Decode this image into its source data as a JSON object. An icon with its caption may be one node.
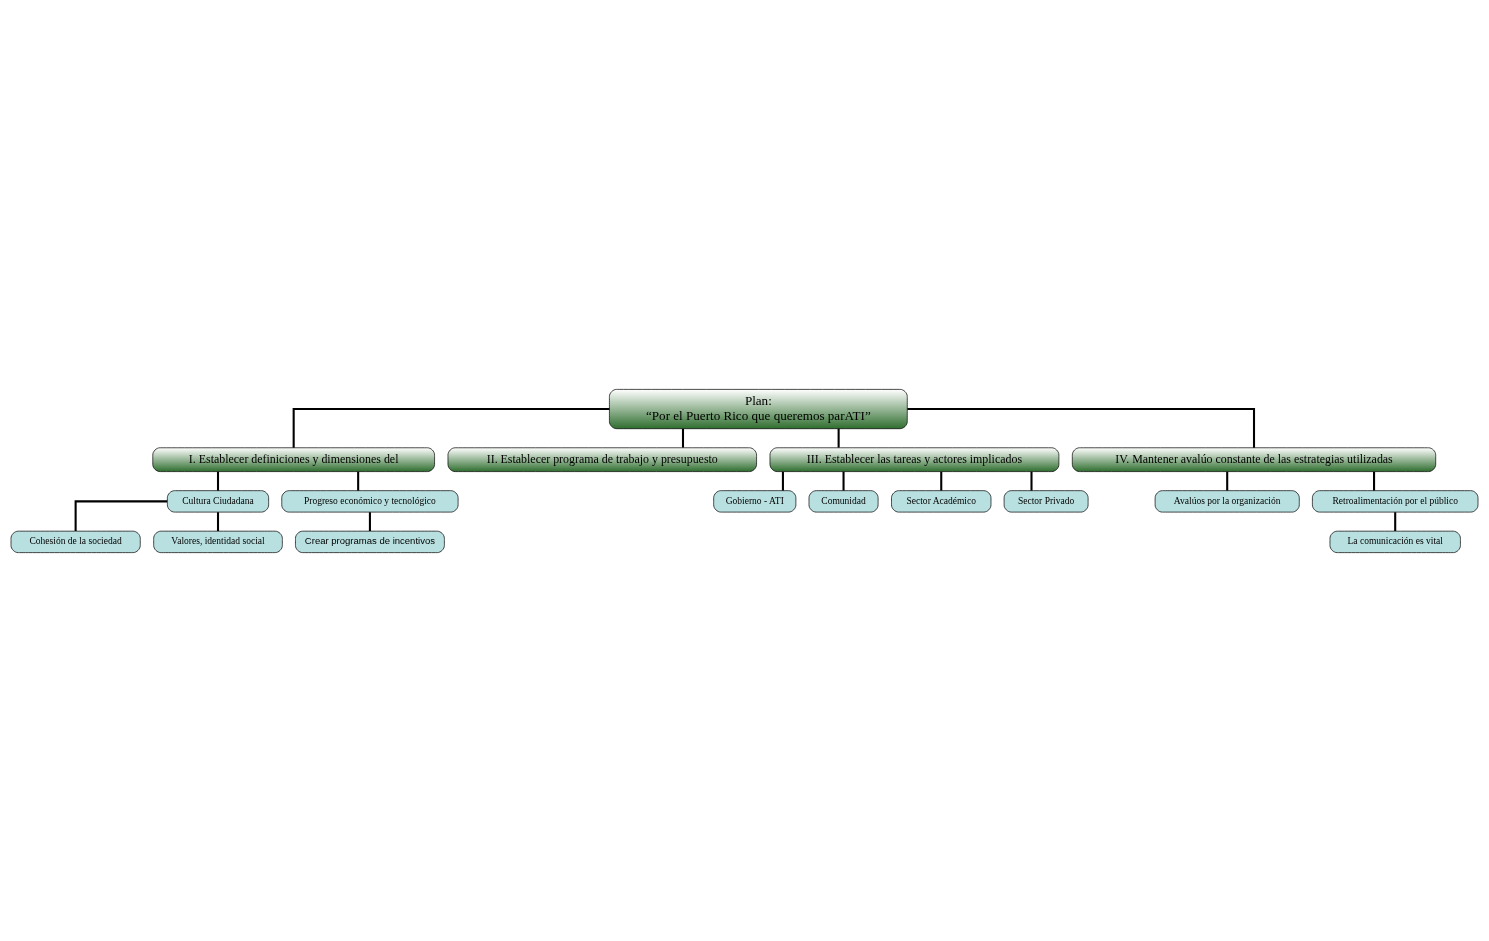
{
  "diagram": {
    "nodes": [
      {
        "text": [
          "Plan:",
          "“Por el Puerto Rico que queremos parATI”"
        ]
      },
      {
        "text": [
          "I. Establecer definiciones y dimensiones del"
        ]
      },
      {
        "text": [
          "Cultura Ciudadana"
        ]
      },
      {
        "text": [
          "Progreso económico y tecnológico"
        ]
      },
      {
        "text": [
          "Cohesión de la sociedad"
        ]
      },
      {
        "text": [
          "Valores, identidad social"
        ]
      },
      {
        "text": [
          "Crear programas de incentivos"
        ]
      },
      {
        "text": [
          "II. Establecer programa de trabajo y presupuesto"
        ]
      },
      {
        "text": [
          "III. Establecer las tareas y actores implicados"
        ]
      },
      {
        "text": [
          "Gobierno - ATI"
        ]
      },
      {
        "text": [
          "Comunidad"
        ]
      },
      {
        "text": [
          "Sector Académico"
        ]
      },
      {
        "text": [
          "Sector Privado"
        ]
      },
      {
        "text": [
          "IV. Mantener avalúo constante de las estrategias utilizadas"
        ]
      },
      {
        "text": [
          "Avalúos por la organización"
        ]
      },
      {
        "text": [
          "Retroalimentación por el público"
        ]
      },
      {
        "text": [
          "La comunicación es vital"
        ]
      }
    ],
    "edges": [
      {
        "from": 0,
        "to": 1,
        "arrow": "none"
      },
      {
        "from": 0,
        "to": 7,
        "arrow": "none"
      },
      {
        "from": 0,
        "to": 8,
        "arrow": "none"
      },
      {
        "from": 0,
        "to": 13,
        "arrow": "none"
      },
      {
        "from": 1,
        "to": 2,
        "arrow": "none"
      },
      {
        "from": 1,
        "to": 3,
        "arrow": "none"
      },
      {
        "from": 2,
        "to": 4,
        "arrow": "none"
      },
      {
        "from": 2,
        "to": 5,
        "arrow": "none"
      },
      {
        "from": 3,
        "to": 6,
        "arrow": "none"
      },
      {
        "from": 8,
        "to": 9,
        "arrow": "none"
      },
      {
        "from": 8,
        "to": 10,
        "arrow": "none"
      },
      {
        "from": 8,
        "to": 11,
        "arrow": "none"
      },
      {
        "from": 8,
        "to": 12,
        "arrow": "none"
      },
      {
        "from": 13,
        "to": 14,
        "arrow": "none"
      },
      {
        "from": 13,
        "to": 15,
        "arrow": "none"
      },
      {
        "from": 15,
        "to": 16,
        "arrow": "none"
      }
    ]
  }
}
